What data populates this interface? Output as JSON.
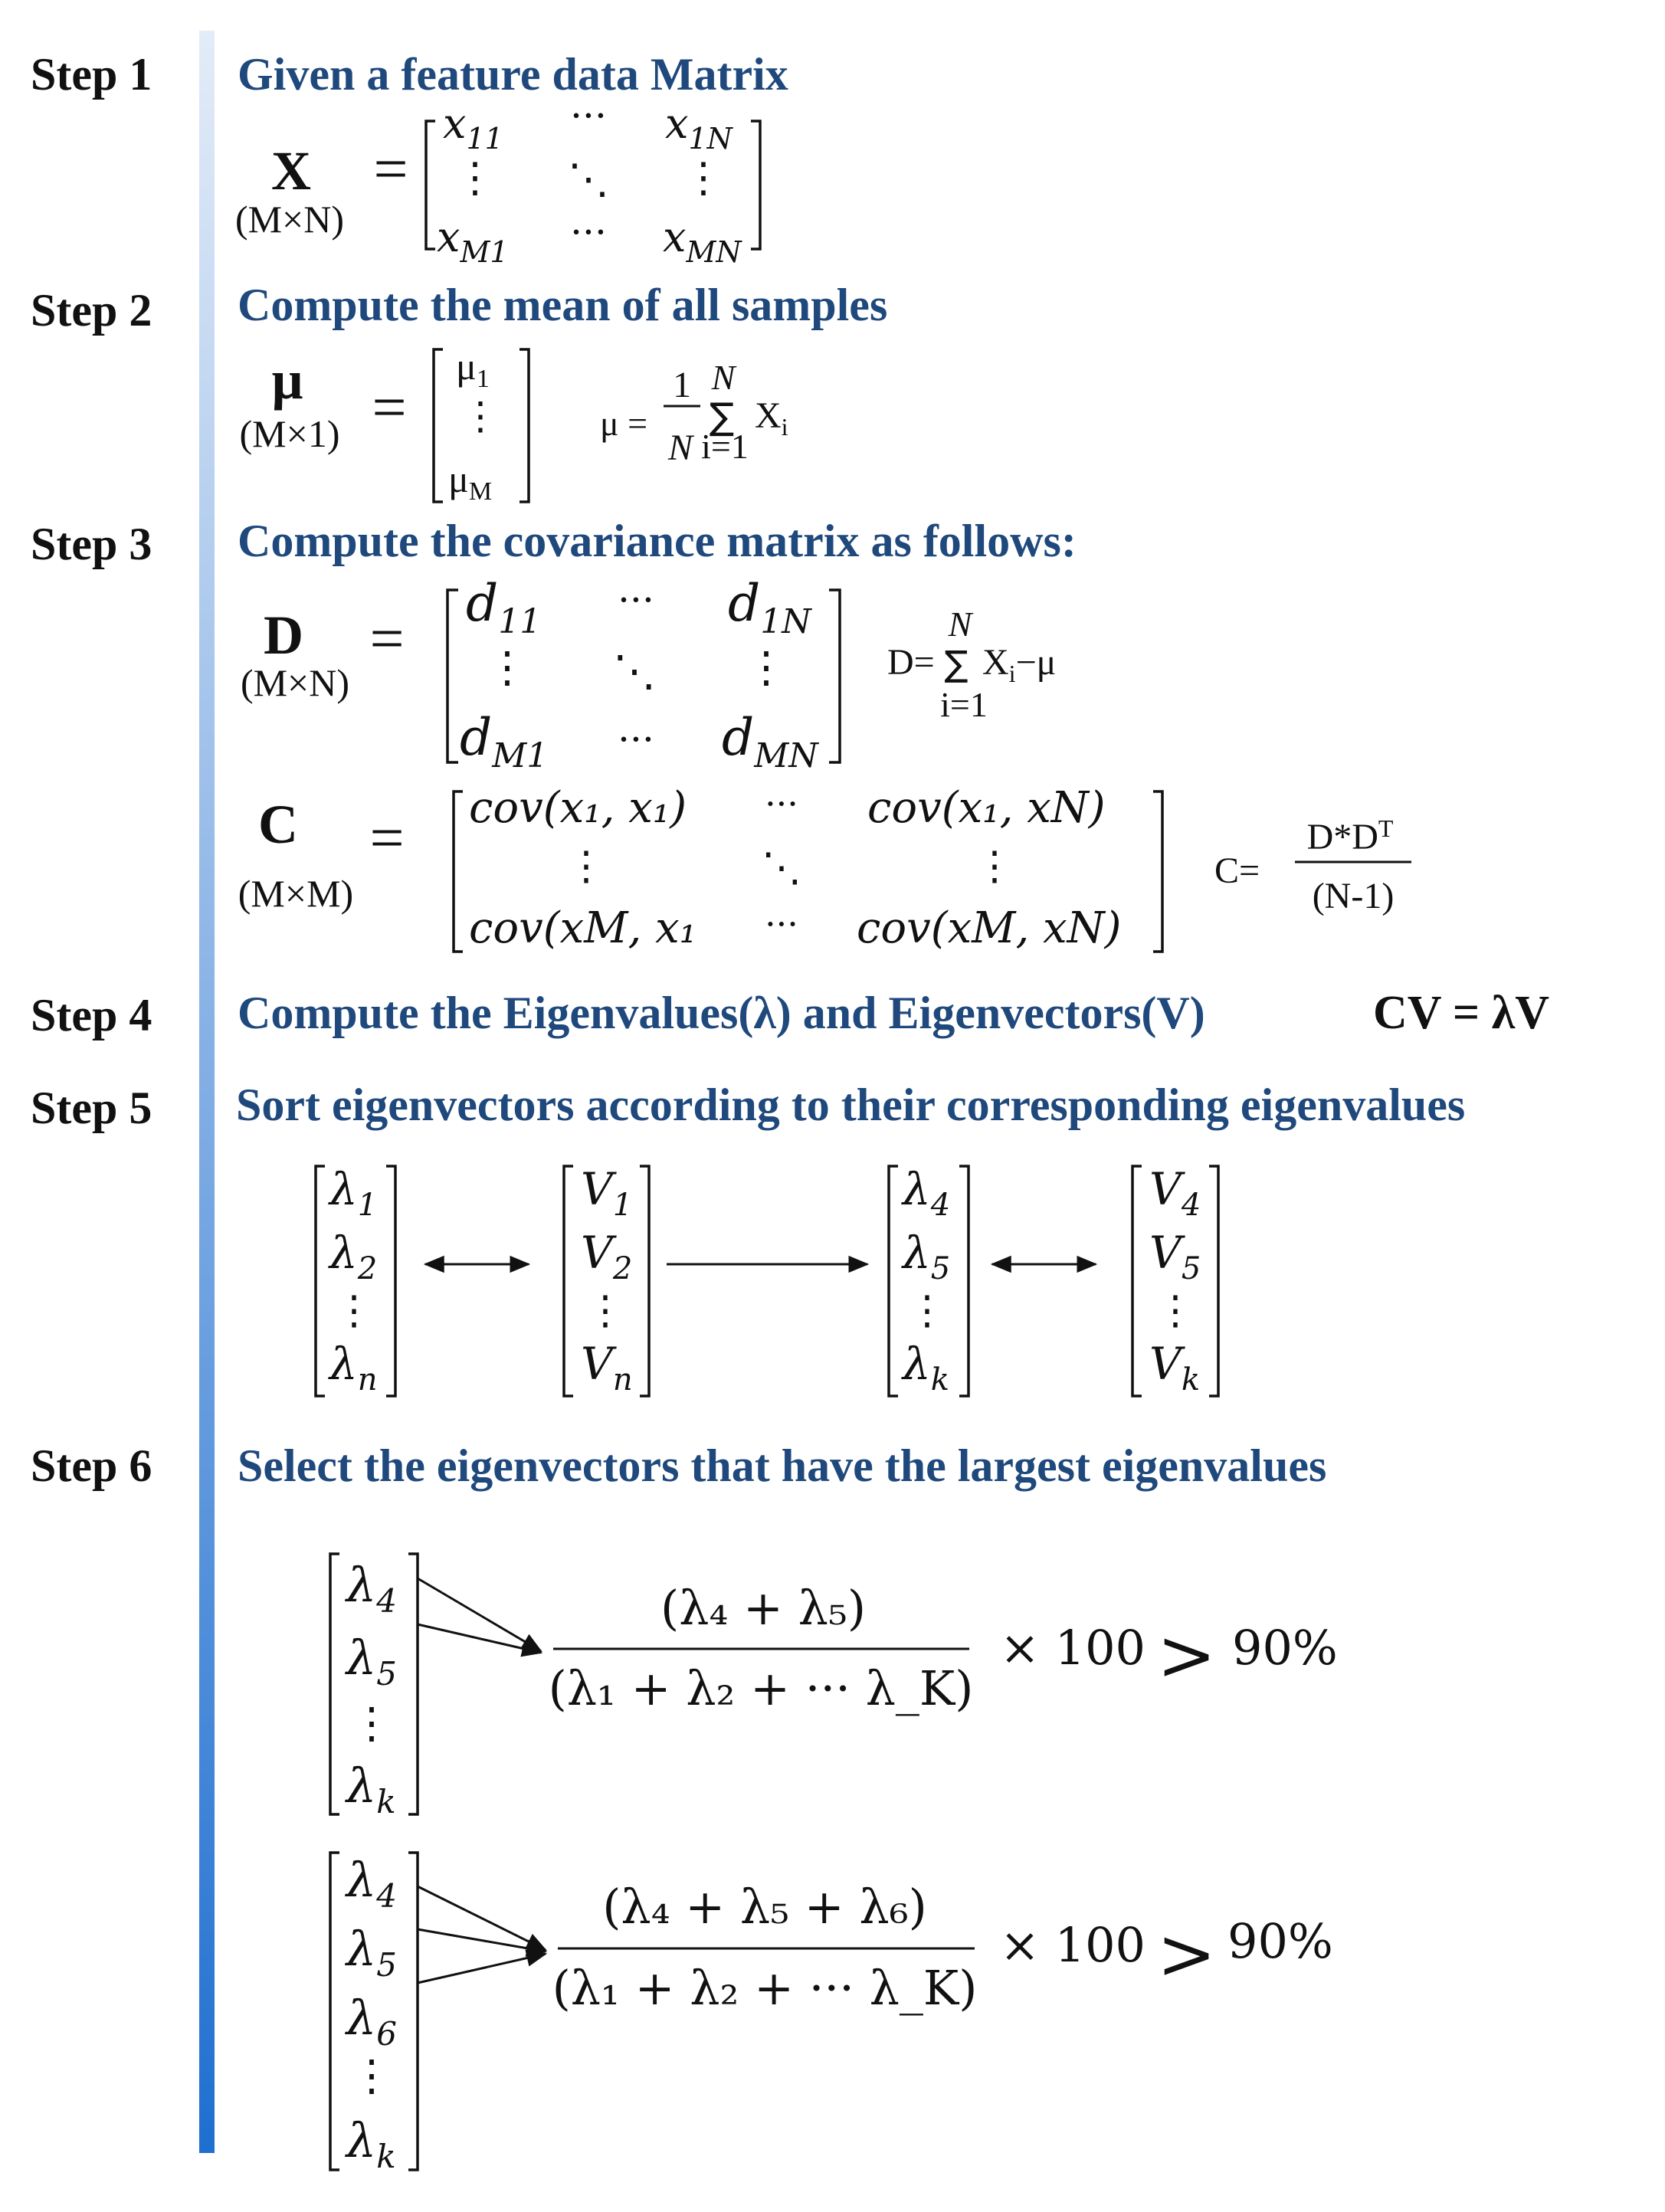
{
  "colors": {
    "heading": "#1f497d",
    "text": "#111111",
    "bar_top": "#e3ecf8",
    "bar_bottom": "#1f6fd0"
  },
  "steps": [
    {
      "label": "Step 1",
      "heading": "Given a feature data Matrix"
    },
    {
      "label": "Step 2",
      "heading": "Compute the mean of all samples"
    },
    {
      "label": "Step 3",
      "heading": "Compute the covariance matrix as follows:"
    },
    {
      "label": "Step 4",
      "heading": "Compute the Eigenvalues(λ) and Eigenvectors(V)",
      "equation": "CV = λV"
    },
    {
      "label": "Step 5",
      "heading": "Sort eigenvectors according to their corresponding eigenvalues"
    },
    {
      "label": "Step 6",
      "heading": "Select the eigenvectors that have the largest eigenvalues"
    }
  ],
  "step1": {
    "symbol": "X",
    "dims": "(M×N)",
    "equals": "=",
    "cells": {
      "tl": "x",
      "tl_sub": "11",
      "tr": "x",
      "tr_sub": "1N",
      "bl": "x",
      "bl_sub": "M1",
      "br": "x",
      "br_sub": "MN"
    },
    "hdots": "···",
    "vdots": "⋮",
    "ddots": "⋱"
  },
  "step2": {
    "symbol": "μ",
    "dims": "(M×1)",
    "equals": "=",
    "top": "μ",
    "top_sub": "1",
    "bottom": "μ",
    "bottom_sub": "M",
    "formula": {
      "lhs": "μ =",
      "num": "1",
      "den": "N",
      "sum": "∑",
      "upper": "N",
      "lower": "i=1",
      "term": "X",
      "term_sub": "i"
    }
  },
  "step3": {
    "d": {
      "symbol": "D",
      "dims": "(M×N)",
      "equals": "=",
      "cells": {
        "tl": "d",
        "tl_sub": "11",
        "tr": "d",
        "tr_sub": "1N",
        "bl": "d",
        "bl_sub": "M1",
        "br": "d",
        "br_sub": "MN"
      },
      "formula": {
        "lhs": "D=",
        "sum": "∑",
        "upper": "N",
        "lower": "i=1",
        "term": "X",
        "term_sub": "i",
        "rest": "−μ"
      }
    },
    "c": {
      "symbol": "C",
      "dims": "(M×M)",
      "equals": "=",
      "cells": {
        "tl": "cov(x₁, x₁)",
        "tr": "cov(x₁, xN)",
        "bl": "cov(xM, x₁",
        "br": "cov(xM, xN)"
      },
      "formula": {
        "lhs": "C=",
        "num": "D*D",
        "num_sup": "T",
        "den": "(N-1)"
      }
    }
  },
  "step5": {
    "v1": [
      {
        "base": "λ",
        "sub": "1"
      },
      {
        "base": "λ",
        "sub": "2"
      },
      {
        "base": "λ",
        "sub": "n"
      }
    ],
    "v2": [
      {
        "base": "V",
        "sub": "1"
      },
      {
        "base": "V",
        "sub": "2"
      },
      {
        "base": "V",
        "sub": "n"
      }
    ],
    "v3": [
      {
        "base": "λ",
        "sub": "4"
      },
      {
        "base": "λ",
        "sub": "5"
      },
      {
        "base": "λ",
        "sub": "k"
      }
    ],
    "v4": [
      {
        "base": "V",
        "sub": "4"
      },
      {
        "base": "V",
        "sub": "5"
      },
      {
        "base": "V",
        "sub": "k"
      }
    ]
  },
  "step6": {
    "a": {
      "vec": [
        {
          "base": "λ",
          "sub": "4"
        },
        {
          "base": "λ",
          "sub": "5"
        },
        {
          "base": "λ",
          "sub": "k"
        }
      ],
      "numerator": "(λ₄ + λ₅)",
      "denominator": "(λ₁ + λ₂ + ··· λ_K)",
      "times": "× 100",
      "gt": ">",
      "percent": "90%"
    },
    "b": {
      "vec": [
        {
          "base": "λ",
          "sub": "4"
        },
        {
          "base": "λ",
          "sub": "5"
        },
        {
          "base": "λ",
          "sub": "6"
        },
        {
          "base": "λ",
          "sub": "k"
        }
      ],
      "numerator": "(λ₄ + λ₅ + λ₆)",
      "denominator": "(λ₁ + λ₂ + ··· λ_K)",
      "times": "× 100",
      "gt": ">",
      "percent": "90%"
    }
  }
}
